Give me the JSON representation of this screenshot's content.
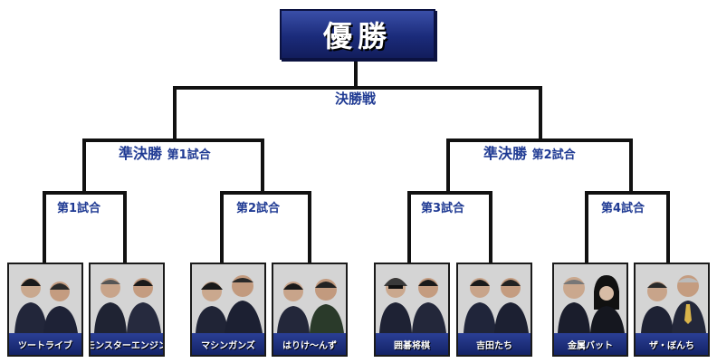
{
  "winner_label": "優勝",
  "rounds": {
    "final": "決勝戦",
    "semi1": {
      "main": "準決勝",
      "sub": "第1試合"
    },
    "semi2": {
      "main": "準決勝",
      "sub": "第2試合"
    },
    "match1": "第1試合",
    "match2": "第2試合",
    "match3": "第3試合",
    "match4": "第4試合"
  },
  "teams": [
    {
      "name": "ツートライブ"
    },
    {
      "name": "モンスターエンジン"
    },
    {
      "name": "マシンガンズ"
    },
    {
      "name": "はりけ〜んず"
    },
    {
      "name": "囲碁将棋"
    },
    {
      "name": "吉田たち"
    },
    {
      "name": "金属バット"
    },
    {
      "name": "ザ・ぼんち"
    }
  ],
  "colors": {
    "label_blue": "#1f3a93",
    "banner_navy": "#1b2b7a",
    "line": "#111111"
  }
}
